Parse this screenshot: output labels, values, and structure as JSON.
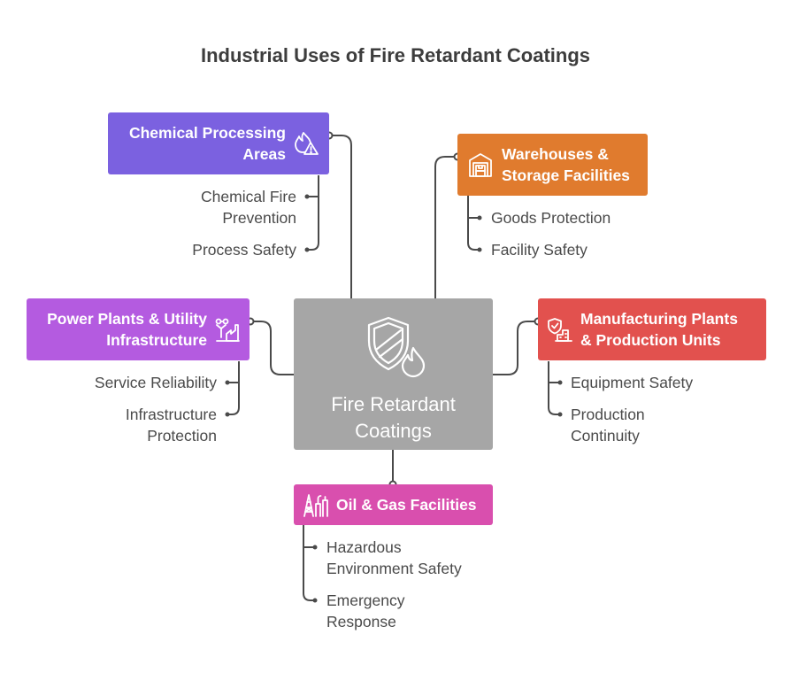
{
  "title": "Industrial Uses of Fire Retardant Coatings",
  "center": {
    "label_line1": "Fire Retardant",
    "label_line2": "Coatings",
    "icon": "shield-flame-icon"
  },
  "colors": {
    "chemical": "#7b61e0",
    "warehouse": "#e07b2e",
    "power": "#b45be0",
    "manufacturing": "#e2514e",
    "oilgas": "#d94fae",
    "center": "#a6a6a6",
    "line": "#4a4a4a"
  },
  "nodes": {
    "chemical": {
      "line1": "Chemical Processing",
      "line2": "Areas",
      "icon": "chemical-fire-icon",
      "items": [
        {
          "line1": "Chemical Fire",
          "line2": "Prevention"
        },
        {
          "line1": "Process Safety",
          "line2": ""
        }
      ]
    },
    "warehouse": {
      "line1": "Warehouses &",
      "line2": "Storage Facilities",
      "icon": "warehouse-icon",
      "items": [
        {
          "line1": "Goods Protection",
          "line2": ""
        },
        {
          "line1": "Facility Safety",
          "line2": ""
        }
      ]
    },
    "power": {
      "line1": "Power Plants & Utility",
      "line2": "Infrastructure",
      "icon": "power-plant-icon",
      "items": [
        {
          "line1": "Service Reliability",
          "line2": ""
        },
        {
          "line1": "Infrastructure",
          "line2": "Protection"
        }
      ]
    },
    "manufacturing": {
      "line1": "Manufacturing Plants",
      "line2": "& Production Units",
      "icon": "factory-shield-icon",
      "items": [
        {
          "line1": "Equipment Safety",
          "line2": ""
        },
        {
          "line1": "Production",
          "line2": "Continuity"
        }
      ]
    },
    "oilgas": {
      "line1": "Oil & Gas Facilities",
      "line2": "",
      "icon": "oil-rig-icon",
      "items": [
        {
          "line1": "Hazardous",
          "line2": "Environment Safety"
        },
        {
          "line1": "Emergency",
          "line2": "Response"
        }
      ]
    }
  }
}
